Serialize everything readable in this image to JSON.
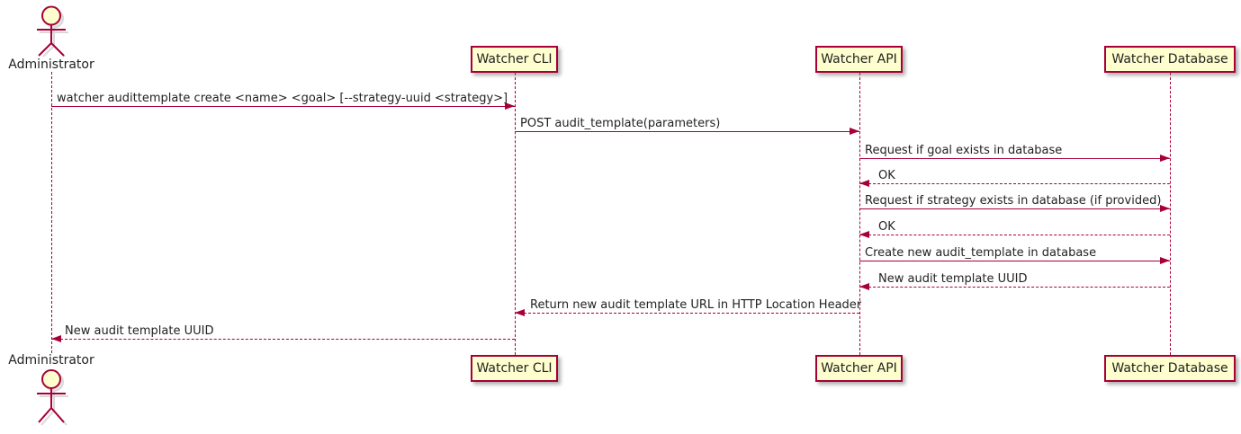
{
  "diagram_type": "sequence",
  "colors": {
    "accent": "#A80036",
    "participant_fill": "#FEFECE",
    "background": "#FFFFFF"
  },
  "actor": {
    "label": "Administrator"
  },
  "participants": [
    {
      "label": "Watcher CLI"
    },
    {
      "label": "Watcher API"
    },
    {
      "label": "Watcher Database"
    }
  ],
  "messages": [
    {
      "from": "Administrator",
      "to": "Watcher CLI",
      "style": "solid",
      "text": "watcher audittemplate create <name> <goal> [--strategy-uuid <strategy>]"
    },
    {
      "from": "Watcher CLI",
      "to": "Watcher API",
      "style": "solid",
      "text": "POST audit_template(parameters)"
    },
    {
      "from": "Watcher API",
      "to": "Watcher Database",
      "style": "solid",
      "text": "Request if goal exists in database"
    },
    {
      "from": "Watcher Database",
      "to": "Watcher API",
      "style": "dashed",
      "text": "OK"
    },
    {
      "from": "Watcher API",
      "to": "Watcher Database",
      "style": "solid",
      "text": "Request if strategy exists in database (if provided)"
    },
    {
      "from": "Watcher Database",
      "to": "Watcher API",
      "style": "dashed",
      "text": "OK"
    },
    {
      "from": "Watcher API",
      "to": "Watcher Database",
      "style": "solid",
      "text": "Create new audit_template in database"
    },
    {
      "from": "Watcher Database",
      "to": "Watcher API",
      "style": "dashed",
      "text": "New audit template UUID"
    },
    {
      "from": "Watcher API",
      "to": "Watcher CLI",
      "style": "dashed",
      "text": "Return new audit template URL in HTTP Location Header"
    },
    {
      "from": "Watcher CLI",
      "to": "Administrator",
      "style": "dashed",
      "text": "New audit template UUID"
    }
  ]
}
